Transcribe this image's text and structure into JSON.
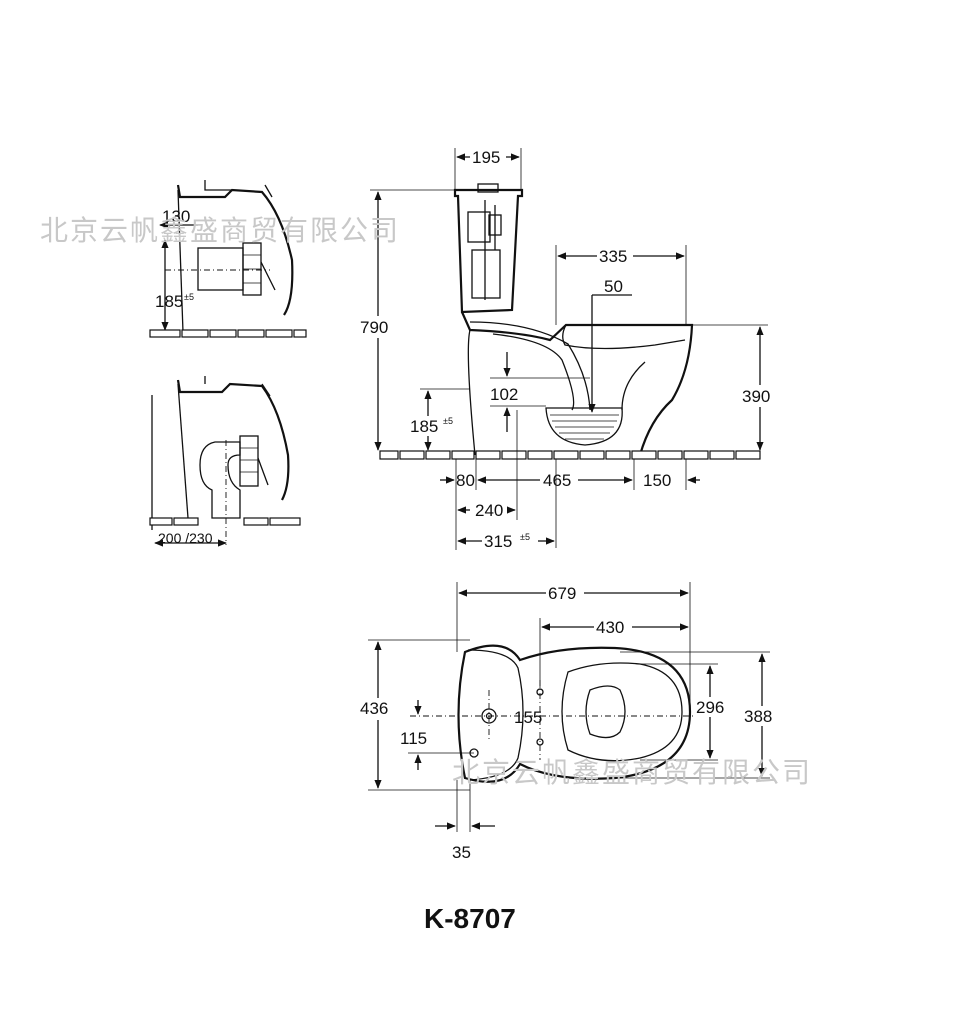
{
  "model": "K-8707",
  "watermark": "北京云帆鑫盛商贸有限公司",
  "small_views": {
    "top": {
      "dim_130": "130",
      "dim_185": "185",
      "tol": "±5"
    },
    "bottom": {
      "dim_200_230": "200 /230"
    }
  },
  "side_view": {
    "dim_195": "195",
    "dim_335": "335",
    "dim_50": "50",
    "dim_790": "790",
    "dim_102": "102",
    "dim_390": "390",
    "dim_185": "185",
    "tol": "±5",
    "dim_80": "80",
    "dim_465": "465",
    "dim_150": "150",
    "dim_240": "240",
    "dim_315": "315",
    "tol_315": "±5"
  },
  "top_view": {
    "dim_679": "679",
    "dim_430": "430",
    "dim_436": "436",
    "dim_296": "296",
    "dim_388": "388",
    "dim_155": "155",
    "dim_115": "115",
    "dim_35": "35"
  }
}
